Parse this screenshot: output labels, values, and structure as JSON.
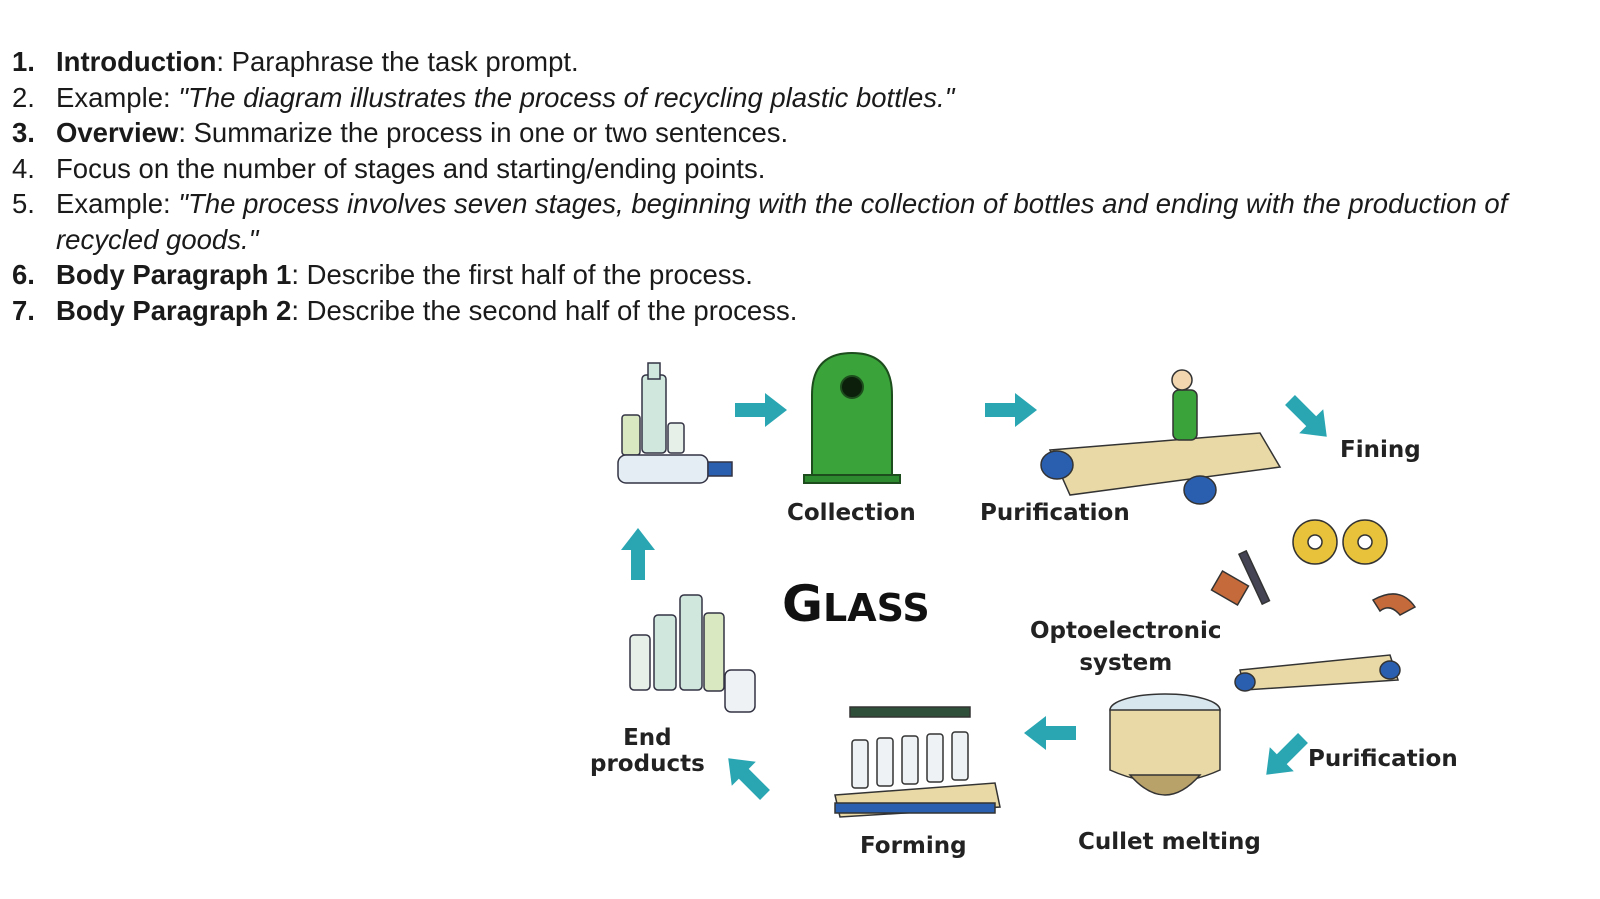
{
  "list": [
    {
      "num": "1.",
      "bold": "Introduction",
      "rest": ": Paraphrase the task prompt.",
      "italic": "",
      "tail": ""
    },
    {
      "num": "2.",
      "bold": "",
      "rest": "Example: ",
      "italic": "\"The diagram illustrates the process of recycling plastic bottles.\"",
      "tail": ""
    },
    {
      "num": "3.",
      "bold": "Overview",
      "rest": ": Summarize the process in one or two sentences.",
      "italic": "",
      "tail": ""
    },
    {
      "num": "4.",
      "bold": "",
      "rest": "Focus on the number of stages and starting/ending points.",
      "italic": "",
      "tail": ""
    },
    {
      "num": "5.",
      "bold": "",
      "rest": "Example: ",
      "italic": "\"The process involves seven stages, beginning with the collection of bottles and ending with the production of recycled goods.\"",
      "tail": ""
    },
    {
      "num": "6.",
      "bold": "Body Paragraph 1",
      "rest": ": Describe the first half of the process.",
      "italic": "",
      "tail": ""
    },
    {
      "num": "7.",
      "bold": "Body Paragraph 2",
      "rest": ": Describe the second half of the process.",
      "italic": "",
      "tail": ""
    }
  ],
  "diagram": {
    "title_big": "G",
    "title_small": "LASS",
    "labels": {
      "collection": "Collection",
      "purification_top": "Purification",
      "fining": "Fining",
      "optoelectronic_1": "Optoelectronic",
      "optoelectronic_2": "system",
      "purification_right": "Purification",
      "cullet": "Cullet melting",
      "forming": "Forming",
      "end_1": "End",
      "end_2": "products"
    },
    "colors": {
      "arrow": "#2aa6b3",
      "bin": "#3aa43a",
      "belt": "#2a5fb0",
      "conveyor": "#e8d9a6",
      "gear": "#e8c23a"
    }
  }
}
